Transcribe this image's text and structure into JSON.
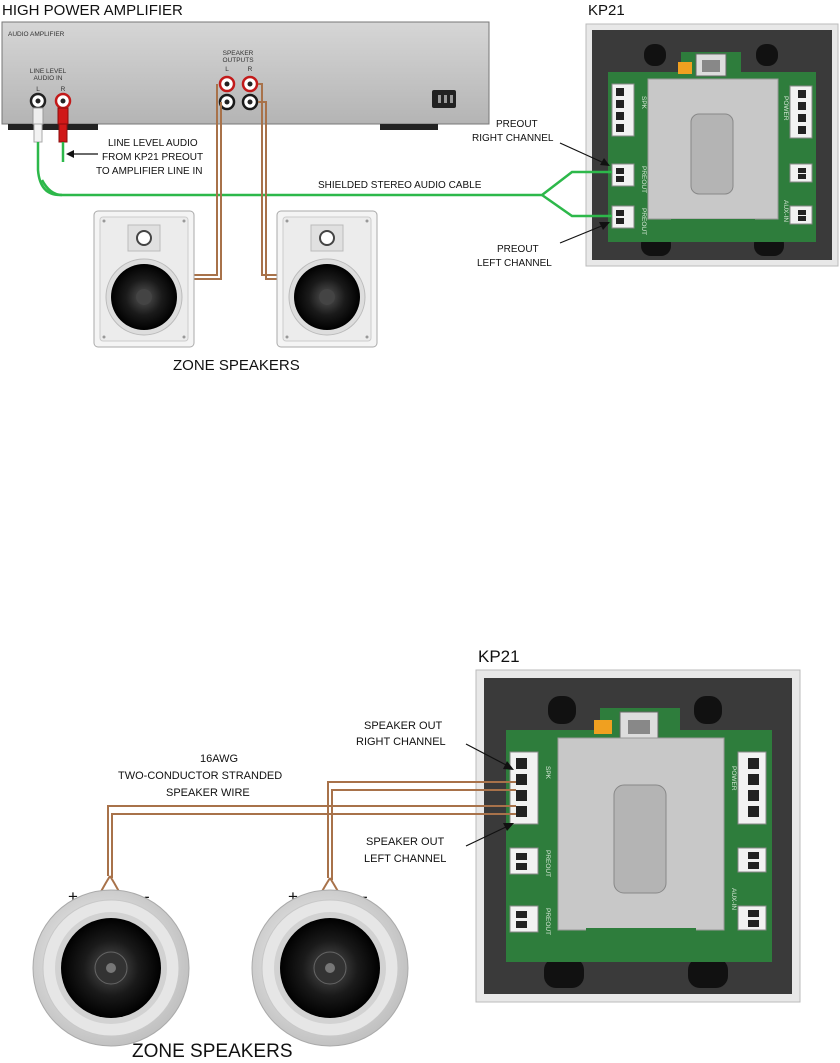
{
  "top": {
    "amp_title": "HIGH POWER AMPLIFIER",
    "amp_panel_label": "AUDIO AMPLIFIER",
    "line_in_label_1": "LINE LEVEL",
    "line_in_label_2": "AUDIO IN",
    "line_in_l": "L",
    "line_in_r": "R",
    "spk_out_label_1": "SPEAKER",
    "spk_out_label_2": "OUTPUTS",
    "spk_out_l": "L",
    "spk_out_r": "R",
    "kp_title": "KP21",
    "preout_right_1": "PREOUT",
    "preout_right_2": "RIGHT CHANNEL",
    "preout_left_1": "PREOUT",
    "preout_left_2": "LEFT CHANNEL",
    "note_1": "LINE LEVEL AUDIO",
    "note_2": "FROM KP21 PREOUT",
    "note_3": "TO AMPLIFIER LINE IN",
    "cable_label": "SHIELDED STEREO AUDIO CABLE",
    "zone_label": "ZONE SPEAKERS"
  },
  "bottom": {
    "kp_title": "KP21",
    "spk_out_right_1": "SPEAKER OUT",
    "spk_out_right_2": "RIGHT CHANNEL",
    "spk_out_left_1": "SPEAKER OUT",
    "spk_out_left_2": "LEFT CHANNEL",
    "wire_1": "16AWG",
    "wire_2": "TWO-CONDUCTOR STRANDED",
    "wire_3": "SPEAKER WIRE",
    "plus": "+",
    "minus": "-",
    "zone_label": "ZONE SPEAKERS"
  },
  "pcb_labels": {
    "spk": "SPK",
    "preout": "PREOUT",
    "power": "POWER",
    "aux_in": "AUX-IN"
  },
  "colors": {
    "green_cable": "#2db84a",
    "speaker_wire": "#a8724a",
    "pcb_green": "#2e7d3c",
    "panel_dark": "#3c3c3c",
    "rca_red": "#d01818"
  }
}
